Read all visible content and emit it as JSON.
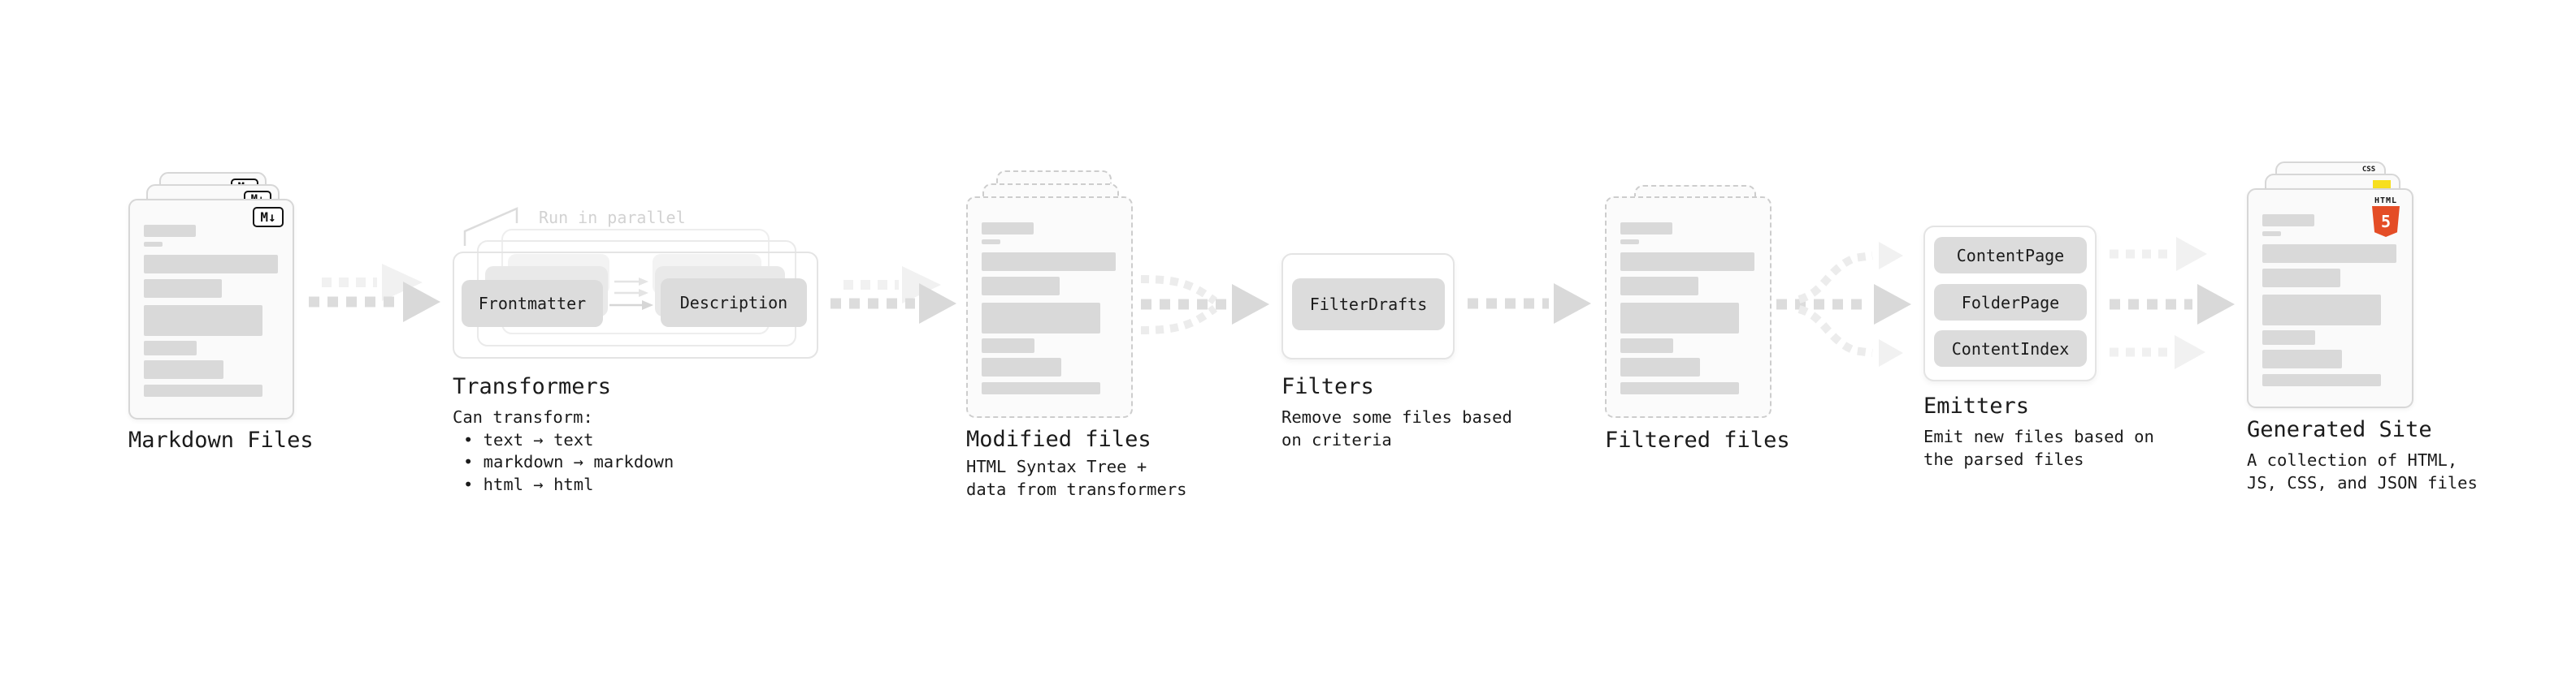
{
  "markdown_files": {
    "label": "Markdown Files",
    "badge": "M↓"
  },
  "transformers": {
    "title": "Transformers",
    "annotation": "Run in parallel",
    "transformer_1": "Frontmatter",
    "transformer_2": "Description",
    "desc_lines": [
      "Can transform:",
      "• text → text",
      "• markdown → markdown",
      "• html → html"
    ]
  },
  "modified_files": {
    "label": "Modified files",
    "desc_lines": [
      "HTML Syntax Tree +",
      "data from transformers"
    ]
  },
  "filters": {
    "title": "Filters",
    "filter_1": "FilterDrafts",
    "desc_lines": [
      "Remove some files based",
      "on criteria"
    ]
  },
  "filtered_files": {
    "label": "Filtered files"
  },
  "emitters": {
    "title": "Emitters",
    "emitter_1": "ContentPage",
    "emitter_2": "FolderPage",
    "emitter_3": "ContentIndex",
    "desc_lines": [
      "Emit new files based on",
      "the parsed files"
    ]
  },
  "generated_site": {
    "label": "Generated Site",
    "badge_html_word": "HTML",
    "badge_html_number": "5",
    "badge_css_word": "CSS",
    "desc_lines": [
      "A collection of HTML,",
      "JS, CSS, and JSON files"
    ]
  },
  "colors": {
    "html5_orange": "#e44d26",
    "js_yellow": "#f7df1e",
    "css_blue": "#2965f1"
  }
}
